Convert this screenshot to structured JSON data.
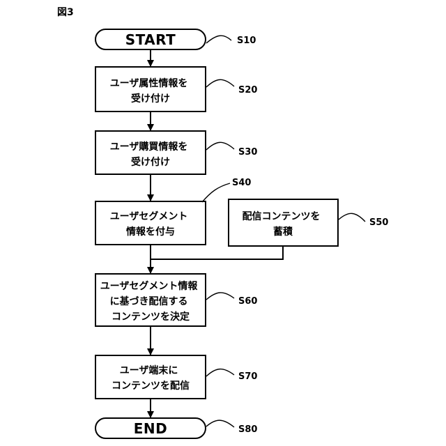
{
  "figure": {
    "label": "図3"
  },
  "nodes": {
    "start": {
      "text": "START",
      "step": "S10"
    },
    "s20": {
      "lines": [
        "ユーザ属性情報を",
        "受け付け"
      ],
      "step": "S20"
    },
    "s30": {
      "lines": [
        "ユーザ購買情報を",
        "受け付け"
      ],
      "step": "S30"
    },
    "s40": {
      "lines": [
        "ユーザセグメント",
        "情報を付与"
      ],
      "step": "S40"
    },
    "s50": {
      "lines": [
        "配信コンテンツを",
        "蓄積"
      ],
      "step": "S50"
    },
    "s60": {
      "lines": [
        "ユーザセグメント情報",
        "に基づき配信する",
        "コンテンツを決定"
      ],
      "step": "S60"
    },
    "s70": {
      "lines": [
        "ユーザ端末に",
        "コンテンツを配信"
      ],
      "step": "S70"
    },
    "end": {
      "text": "END",
      "step": "S80"
    }
  }
}
